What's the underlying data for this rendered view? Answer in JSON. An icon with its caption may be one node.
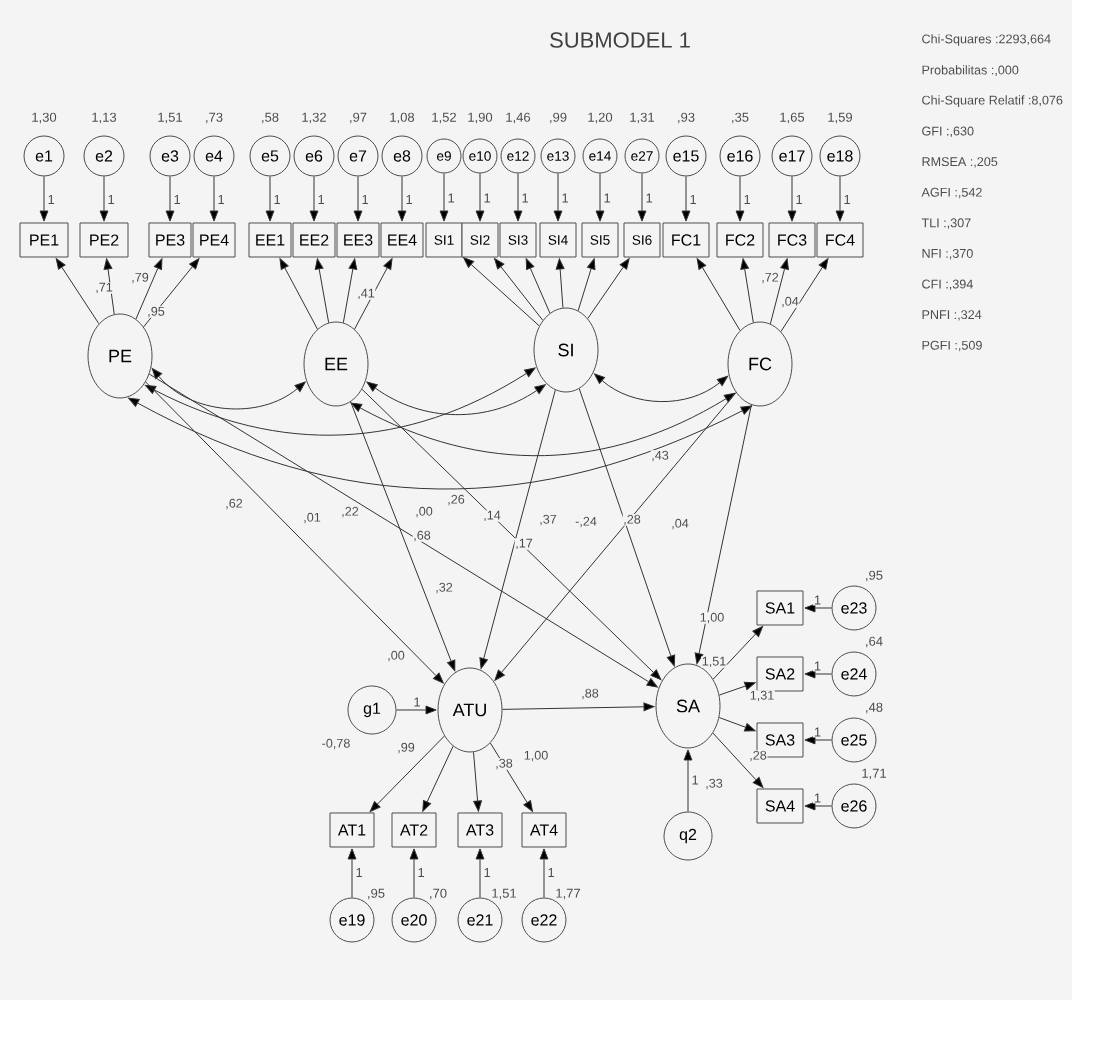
{
  "diagram": {
    "title": "SUBMODEL 1",
    "nodes": [
      {
        "text": [
          "e1"
        ],
        "beside": [
          "1,30"
        ]
      },
      {
        "text": [
          "e2"
        ],
        "beside": [
          "1,13"
        ]
      },
      {
        "text": [
          "e3"
        ],
        "beside": [
          "1,51"
        ]
      },
      {
        "text": [
          "e4"
        ],
        "beside": [
          ",73"
        ]
      },
      {
        "text": [
          "e5"
        ],
        "beside": [
          ",58"
        ]
      },
      {
        "text": [
          "e6"
        ],
        "beside": [
          "1,32"
        ]
      },
      {
        "text": [
          "e7"
        ],
        "beside": [
          ",97"
        ]
      },
      {
        "text": [
          "e8"
        ],
        "beside": [
          "1,08"
        ]
      },
      {
        "text": [
          "e9"
        ],
        "beside": [
          "1,52"
        ]
      },
      {
        "text": [
          "e10"
        ],
        "beside": [
          "1,90"
        ]
      },
      {
        "text": [
          "e12"
        ],
        "beside": [
          "1,46"
        ]
      },
      {
        "text": [
          "e13"
        ],
        "beside": [
          ",99"
        ]
      },
      {
        "text": [
          "e14"
        ],
        "beside": [
          "1,20"
        ]
      },
      {
        "text": [
          "e27"
        ],
        "beside": [
          "1,31"
        ]
      },
      {
        "text": [
          "e15"
        ],
        "beside": [
          ",93"
        ]
      },
      {
        "text": [
          "e16"
        ],
        "beside": [
          ",35"
        ]
      },
      {
        "text": [
          "e17"
        ],
        "beside": [
          "1,65"
        ]
      },
      {
        "text": [
          "e18"
        ],
        "beside": [
          "1,59"
        ]
      },
      {
        "text": [
          "PE1"
        ]
      },
      {
        "text": [
          "PE2"
        ]
      },
      {
        "text": [
          "PE3"
        ]
      },
      {
        "text": [
          "PE4"
        ]
      },
      {
        "text": [
          "EE1"
        ]
      },
      {
        "text": [
          "EE2"
        ]
      },
      {
        "text": [
          "EE3"
        ]
      },
      {
        "text": [
          "EE4"
        ]
      },
      {
        "text": [
          "SI1"
        ]
      },
      {
        "text": [
          "SI2"
        ]
      },
      {
        "text": [
          "SI3"
        ]
      },
      {
        "text": [
          "SI4"
        ]
      },
      {
        "text": [
          "SI5"
        ]
      },
      {
        "text": [
          "SI6"
        ]
      },
      {
        "text": [
          "FC1"
        ]
      },
      {
        "text": [
          "FC2"
        ]
      },
      {
        "text": [
          "FC3"
        ]
      },
      {
        "text": [
          "FC4"
        ]
      },
      {
        "text": [
          "PE"
        ]
      },
      {
        "text": [
          "EE"
        ]
      },
      {
        "text": [
          "SI"
        ]
      },
      {
        "text": [
          "FC"
        ]
      },
      {
        "text": [
          "g1"
        ]
      },
      {
        "text": [
          "ATU"
        ]
      },
      {
        "text": [
          "SA"
        ]
      },
      {
        "text": [
          "q2"
        ]
      },
      {
        "text": [
          "AT1"
        ]
      },
      {
        "text": [
          "AT2"
        ]
      },
      {
        "text": [
          "AT3"
        ]
      },
      {
        "text": [
          "AT4"
        ]
      },
      {
        "text": [
          "e19"
        ],
        "beside": [
          ",95"
        ]
      },
      {
        "text": [
          "e20"
        ],
        "beside": [
          ",70"
        ]
      },
      {
        "text": [
          "e21"
        ],
        "beside": [
          "1,51"
        ]
      },
      {
        "text": [
          "e22"
        ],
        "beside": [
          "1,77"
        ]
      },
      {
        "text": [
          "SA1"
        ]
      },
      {
        "text": [
          "SA2"
        ]
      },
      {
        "text": [
          "SA3"
        ]
      },
      {
        "text": [
          "SA4"
        ]
      },
      {
        "text": [
          "e23"
        ],
        "beside": [
          ",95"
        ]
      },
      {
        "text": [
          "e24"
        ],
        "beside": [
          ",64"
        ]
      },
      {
        "text": [
          "e25"
        ],
        "beside": [
          ",48"
        ]
      },
      {
        "text": [
          "e26"
        ],
        "beside": [
          "1,71"
        ]
      }
    ],
    "edges": [
      {
        "from": 0,
        "to": 18,
        "arrow": "to",
        "label": "1"
      },
      {
        "from": 1,
        "to": 19,
        "arrow": "to",
        "label": "1"
      },
      {
        "from": 2,
        "to": 20,
        "arrow": "to",
        "label": "1"
      },
      {
        "from": 3,
        "to": 21,
        "arrow": "to",
        "label": "1"
      },
      {
        "from": 4,
        "to": 22,
        "arrow": "to",
        "label": "1"
      },
      {
        "from": 5,
        "to": 23,
        "arrow": "to",
        "label": "1"
      },
      {
        "from": 6,
        "to": 24,
        "arrow": "to",
        "label": "1"
      },
      {
        "from": 7,
        "to": 25,
        "arrow": "to",
        "label": "1"
      },
      {
        "from": 8,
        "to": 26,
        "arrow": "to",
        "label": "1"
      },
      {
        "from": 9,
        "to": 27,
        "arrow": "to",
        "label": "1"
      },
      {
        "from": 10,
        "to": 28,
        "arrow": "to",
        "label": "1"
      },
      {
        "from": 11,
        "to": 29,
        "arrow": "to",
        "label": "1"
      },
      {
        "from": 12,
        "to": 30,
        "arrow": "to",
        "label": "1"
      },
      {
        "from": 13,
        "to": 31,
        "arrow": "to",
        "label": "1"
      },
      {
        "from": 14,
        "to": 32,
        "arrow": "to",
        "label": "1"
      },
      {
        "from": 15,
        "to": 33,
        "arrow": "to",
        "label": "1"
      },
      {
        "from": 16,
        "to": 34,
        "arrow": "to",
        "label": "1"
      },
      {
        "from": 17,
        "to": 35,
        "arrow": "to",
        "label": "1"
      },
      {
        "from": 36,
        "to": 18,
        "arrow": "to"
      },
      {
        "from": 36,
        "to": 19,
        "arrow": "to"
      },
      {
        "from": 36,
        "to": 20,
        "arrow": "to"
      },
      {
        "from": 36,
        "to": 21,
        "arrow": "to"
      },
      {
        "from": 37,
        "to": 22,
        "arrow": "to"
      },
      {
        "from": 37,
        "to": 23,
        "arrow": "to"
      },
      {
        "from": 37,
        "to": 24,
        "arrow": "to"
      },
      {
        "from": 37,
        "to": 25,
        "arrow": "to"
      },
      {
        "from": 38,
        "to": 26,
        "arrow": "to"
      },
      {
        "from": 38,
        "to": 27,
        "arrow": "to"
      },
      {
        "from": 38,
        "to": 28,
        "arrow": "to"
      },
      {
        "from": 38,
        "to": 29,
        "arrow": "to"
      },
      {
        "from": 38,
        "to": 30,
        "arrow": "to"
      },
      {
        "from": 38,
        "to": 31,
        "arrow": "to"
      },
      {
        "from": 39,
        "to": 32,
        "arrow": "to"
      },
      {
        "from": 39,
        "to": 33,
        "arrow": "to"
      },
      {
        "from": 39,
        "to": 34,
        "arrow": "to"
      },
      {
        "from": 39,
        "to": 35,
        "arrow": "to"
      },
      {
        "from": 36,
        "to": 37,
        "arrow": "both"
      },
      {
        "from": 36,
        "to": 38,
        "arrow": "both"
      },
      {
        "from": 36,
        "to": 39,
        "arrow": "both"
      },
      {
        "from": 37,
        "to": 38,
        "arrow": "both"
      },
      {
        "from": 37,
        "to": 39,
        "arrow": "both"
      },
      {
        "from": 38,
        "to": 39,
        "arrow": "both"
      },
      {
        "from": 36,
        "to": 41,
        "arrow": "to"
      },
      {
        "from": 37,
        "to": 41,
        "arrow": "to"
      },
      {
        "from": 38,
        "to": 41,
        "arrow": "to"
      },
      {
        "from": 39,
        "to": 41,
        "arrow": "to"
      },
      {
        "from": 36,
        "to": 42,
        "arrow": "to"
      },
      {
        "from": 37,
        "to": 42,
        "arrow": "to"
      },
      {
        "from": 38,
        "to": 42,
        "arrow": "to"
      },
      {
        "from": 39,
        "to": 42,
        "arrow": "to"
      },
      {
        "from": 41,
        "to": 42,
        "arrow": "to"
      },
      {
        "from": 40,
        "to": 41,
        "arrow": "to",
        "label": "1"
      },
      {
        "from": 43,
        "to": 42,
        "arrow": "to",
        "label": "1"
      },
      {
        "from": 41,
        "to": 44,
        "arrow": "to"
      },
      {
        "from": 41,
        "to": 45,
        "arrow": "to"
      },
      {
        "from": 41,
        "to": 46,
        "arrow": "to"
      },
      {
        "from": 41,
        "to": 47,
        "arrow": "to"
      },
      {
        "from": 48,
        "to": 44,
        "arrow": "to",
        "label": "1"
      },
      {
        "from": 49,
        "to": 45,
        "arrow": "to",
        "label": "1"
      },
      {
        "from": 50,
        "to": 46,
        "arrow": "to",
        "label": "1"
      },
      {
        "from": 51,
        "to": 47,
        "arrow": "to",
        "label": "1"
      },
      {
        "from": 42,
        "to": 52,
        "arrow": "to"
      },
      {
        "from": 42,
        "to": 53,
        "arrow": "to"
      },
      {
        "from": 42,
        "to": 54,
        "arrow": "to"
      },
      {
        "from": 42,
        "to": 55,
        "arrow": "to"
      },
      {
        "from": 56,
        "to": 52,
        "arrow": "to",
        "label": "1"
      },
      {
        "from": 57,
        "to": 53,
        "arrow": "to",
        "label": "1"
      },
      {
        "from": 58,
        "to": 54,
        "arrow": "to",
        "label": "1"
      },
      {
        "from": 59,
        "to": 55,
        "arrow": "to",
        "label": "1"
      }
    ],
    "labels": [
      "Chi-Squares :2293,664",
      "Probabilitas :,000",
      "Chi-Square Relatif :8,076",
      "GFI :,630",
      "RMSEA :,205",
      "AGFI :,542",
      "TLI :,307",
      "NFI :,370",
      "CFI :,394",
      "PNFI :,324",
      "PGFI :,509",
      ",71",
      ",79",
      ",95",
      ",41",
      ",72",
      ",04",
      ",62",
      ",01",
      ",22",
      ",00",
      ",68",
      ",26",
      ",14",
      ",37",
      ",17",
      "-,24",
      ",28",
      ",43",
      ",04",
      ",32",
      ",00",
      ",88",
      "-0,78",
      ",99",
      ",38",
      "1,00",
      "1,00",
      "1,51",
      "1,31",
      ",28",
      ",33"
    ]
  }
}
